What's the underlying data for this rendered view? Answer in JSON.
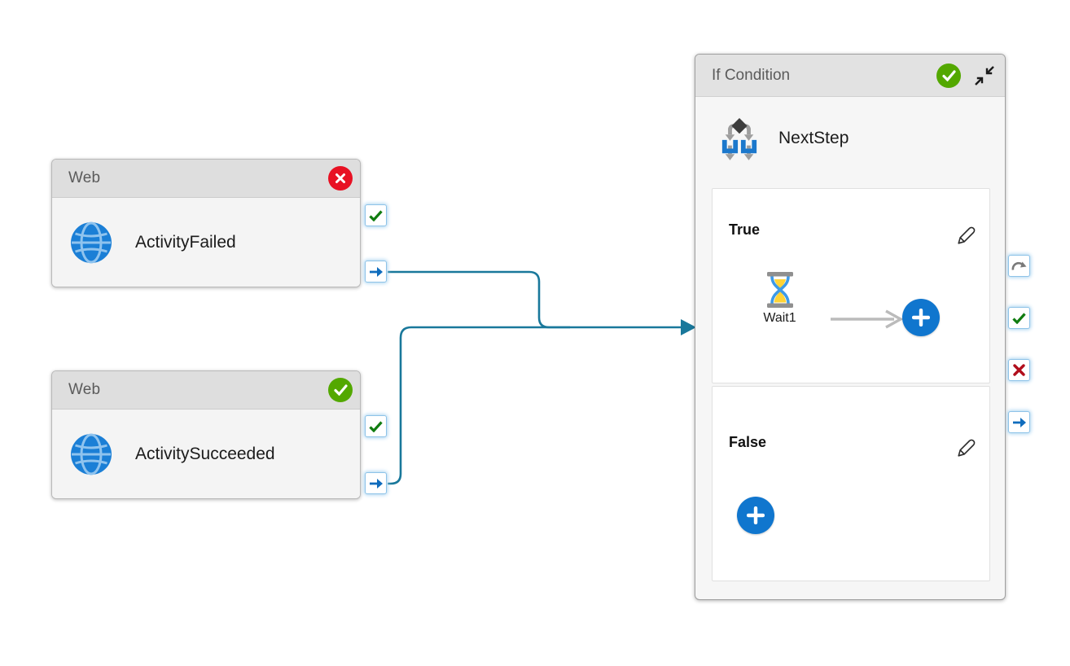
{
  "pipeline": {
    "web_failed": {
      "type_label": "Web",
      "name": "ActivityFailed",
      "status": "Failed"
    },
    "web_succeeded": {
      "type_label": "Web",
      "name": "ActivitySucceeded",
      "status": "Succeeded"
    },
    "if_condition": {
      "type_label": "If Condition",
      "name": "NextStep",
      "status": "Succeeded",
      "true_branch": {
        "label": "True",
        "activity": {
          "name": "Wait1",
          "type": "Wait"
        }
      },
      "false_branch": {
        "label": "False"
      }
    },
    "icons": {
      "web_activity": "globe",
      "if_condition": "branch-diamond",
      "wait_activity": "hourglass",
      "edit": "pencil",
      "add": "plus-circle",
      "collapse": "collapse-arrows",
      "skip_port": "redo-arrow",
      "success_port": "green-check",
      "failure_port": "red-cross",
      "completion_port": "blue-arrow-right",
      "status_success": "white-check-green-circle",
      "status_failure": "white-cross-red-circle"
    },
    "colors": {
      "connector_teal": "#19789b",
      "success_green": "#53a800",
      "error_red": "#e81123",
      "port_check_green": "#107c10",
      "port_fail_red": "#b10e1c",
      "port_arrow_blue": "#0f6cbd",
      "add_button_blue": "#1076ce",
      "globe_blue": "#1b7fd6",
      "header_gray": "#dedede"
    }
  }
}
